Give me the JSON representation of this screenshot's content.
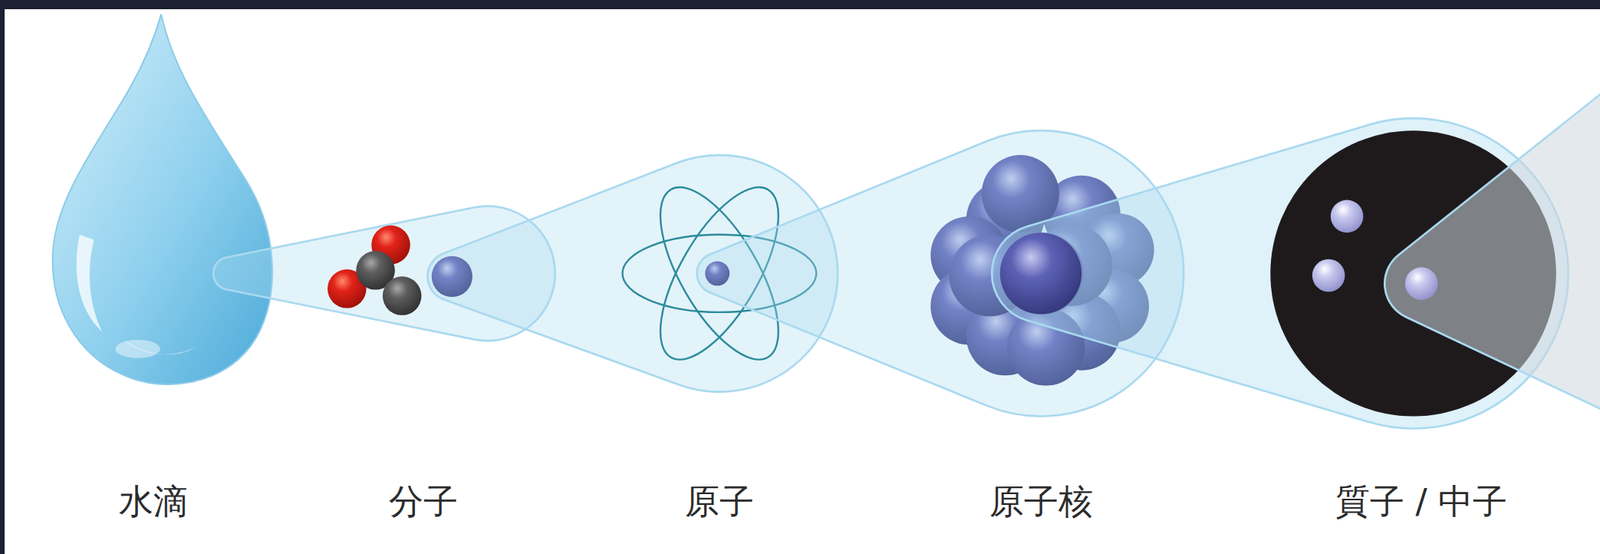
{
  "diagram": {
    "labels": [
      "水滴",
      "分子",
      "原子",
      "原子核",
      "質子 / 中子"
    ]
  }
}
